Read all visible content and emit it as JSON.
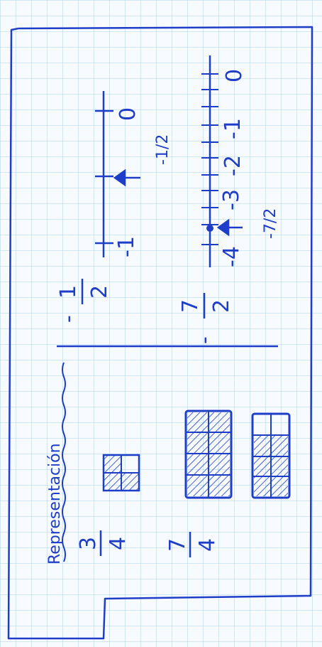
{
  "colors": {
    "paper": "#f7fbff",
    "grid": "#a9d3e8",
    "ink": "#1f3ec8"
  },
  "title": "Representación",
  "fractions_top": {
    "neg_half": {
      "sign": "-",
      "numerator": "1",
      "denominator": "2"
    },
    "neg_seven_halves": {
      "sign": "-",
      "numerator": "7",
      "denominator": "2"
    }
  },
  "number_line_1": {
    "label_zero": "0",
    "label_minus_one": "-1",
    "arrow_label": "-1/2"
  },
  "number_line_2": {
    "label_zero": "0",
    "label_minus_one": "-1",
    "label_minus_two": "-2",
    "label_minus_three": "-3",
    "label_minus_four": "-4",
    "arrow_label": "-7/2"
  },
  "fractions_bottom": {
    "three_quarters": {
      "numerator": "3",
      "denominator": "4"
    },
    "seven_quarters": {
      "numerator": "7",
      "denominator": "4"
    }
  }
}
